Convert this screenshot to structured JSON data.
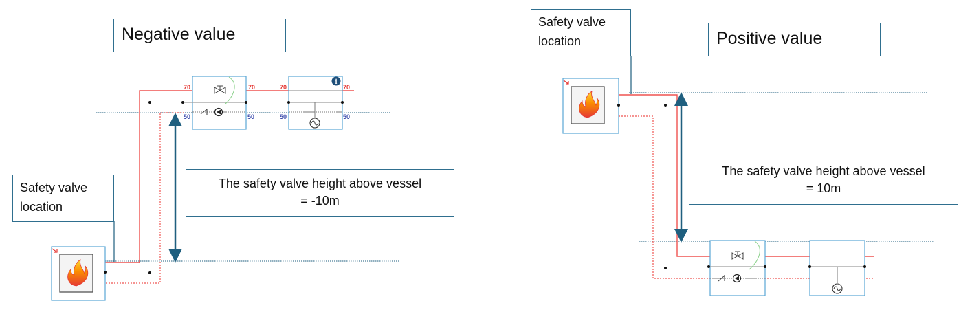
{
  "left_panel": {
    "title": "Negative value",
    "location_label_line1": "Safety valve",
    "location_label_line2": "location",
    "note_line1": "The safety valve height above vessel",
    "note_line2": "= -10m",
    "supply_temp_labels": [
      "70",
      "70",
      "70",
      "70"
    ],
    "return_temp_labels": [
      "50",
      "50",
      "50",
      "50"
    ],
    "info_icon_glyph": "i"
  },
  "right_panel": {
    "title": "Positive value",
    "location_label_line1": "Safety valve",
    "location_label_line2": "location",
    "note_line1": "The safety valve height above vessel",
    "note_line2": "= 10m"
  },
  "icons": [
    "boiler-flame-icon",
    "valve-icon",
    "pump-icon",
    "check-valve-icon",
    "heat-exchanger-icon",
    "info-icon",
    "expansion-marker-icon"
  ],
  "colors": {
    "supply_line": "#ef5350",
    "return_line": "#ef5350",
    "pipe_grey": "#9e9e9e",
    "component_border": "#5aa7d6",
    "height_arrow": "#1f5f7f",
    "temp_supply_text": "#e53935",
    "temp_return_text": "#3949ab",
    "reference_line": "#1f5f7f"
  }
}
